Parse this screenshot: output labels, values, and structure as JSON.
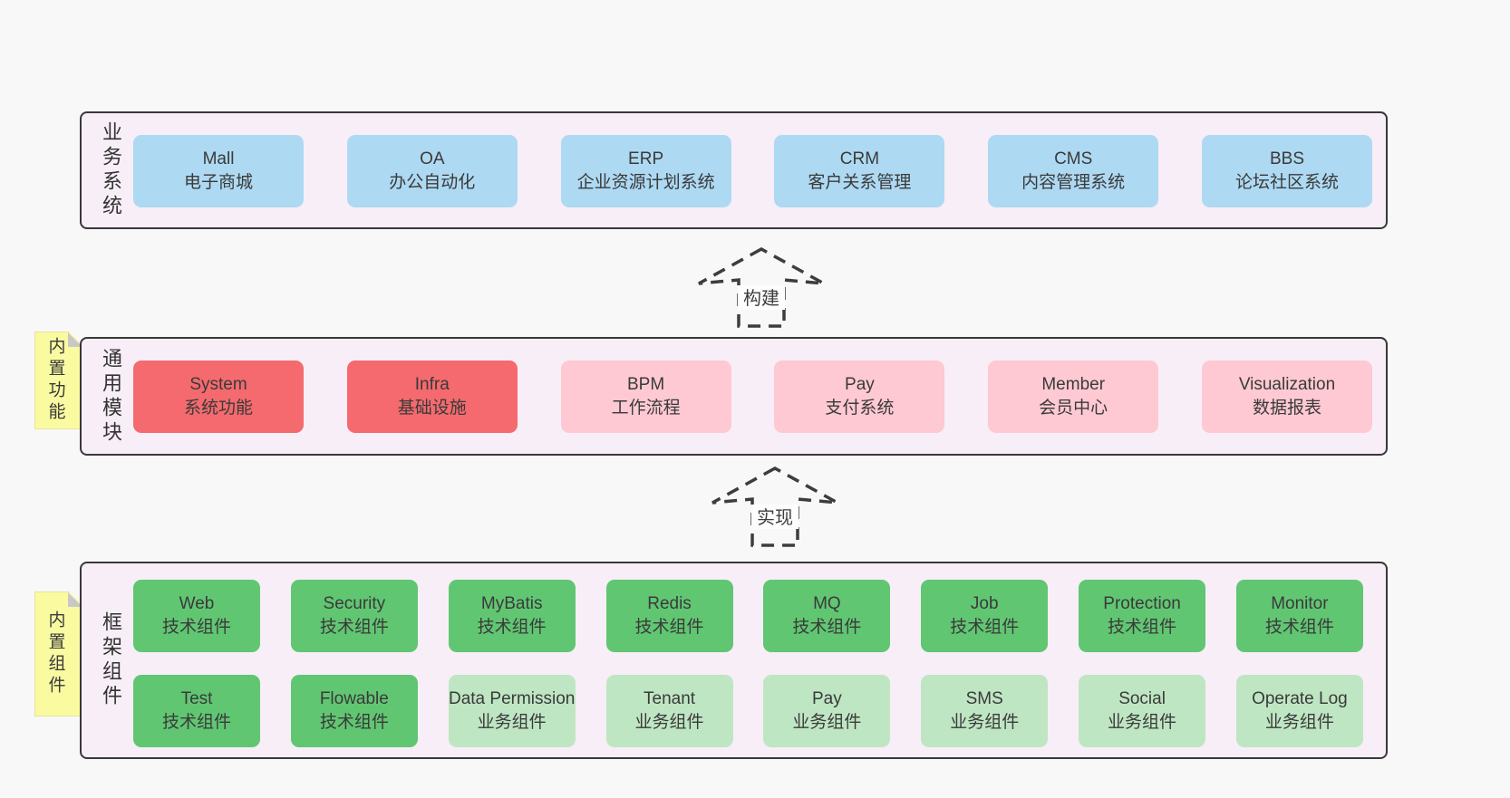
{
  "colors": {
    "page_bg": "#f8f8f8",
    "section_bg": "#f8eef7",
    "section_border": "#383838",
    "box_blue": "#aed9f2",
    "box_red": "#f46a6e",
    "box_pink": "#fec9d2",
    "box_green": "#61c672",
    "box_light_green": "#bfe6c3",
    "sticky_yellow": "#fafaa0",
    "sticky_fold_gray": "#c8c8c8",
    "text": "#3a3a3a"
  },
  "sections": [
    {
      "label": "业务系统",
      "rows": [
        [
          {
            "name": "Mall",
            "desc": "电子商城",
            "color": "blue"
          },
          {
            "name": "OA",
            "desc": "办公自动化",
            "color": "blue"
          },
          {
            "name": "ERP",
            "desc": "企业资源计划系统",
            "color": "blue"
          },
          {
            "name": "CRM",
            "desc": "客户关系管理",
            "color": "blue"
          },
          {
            "name": "CMS",
            "desc": "内容管理系统",
            "color": "blue"
          },
          {
            "name": "BBS",
            "desc": "论坛社区系统",
            "color": "blue"
          }
        ]
      ]
    },
    {
      "label": "通用模块",
      "sticky": "内置功能",
      "rows": [
        [
          {
            "name": "System",
            "desc": "系统功能",
            "color": "red"
          },
          {
            "name": "Infra",
            "desc": "基础设施",
            "color": "red"
          },
          {
            "name": "BPM",
            "desc": "工作流程",
            "color": "pink"
          },
          {
            "name": "Pay",
            "desc": "支付系统",
            "color": "pink"
          },
          {
            "name": "Member",
            "desc": "会员中心",
            "color": "pink"
          },
          {
            "name": "Visualization",
            "desc": "数据报表",
            "color": "pink"
          }
        ]
      ]
    },
    {
      "label": "框架组件",
      "sticky": "内置组件",
      "rows": [
        [
          {
            "name": "Web",
            "desc": "技术组件",
            "color": "green"
          },
          {
            "name": "Security",
            "desc": "技术组件",
            "color": "green"
          },
          {
            "name": "MyBatis",
            "desc": "技术组件",
            "color": "green"
          },
          {
            "name": "Redis",
            "desc": "技术组件",
            "color": "green"
          },
          {
            "name": "MQ",
            "desc": "技术组件",
            "color": "green"
          },
          {
            "name": "Job",
            "desc": "技术组件",
            "color": "green"
          },
          {
            "name": "Protection",
            "desc": "技术组件",
            "color": "green"
          },
          {
            "name": "Monitor",
            "desc": "技术组件",
            "color": "green"
          }
        ],
        [
          {
            "name": "Test",
            "desc": "技术组件",
            "color": "green"
          },
          {
            "name": "Flowable",
            "desc": "技术组件",
            "color": "green"
          },
          {
            "name": "Data Permission",
            "desc": "业务组件",
            "color": "lightgreen"
          },
          {
            "name": "Tenant",
            "desc": "业务组件",
            "color": "lightgreen"
          },
          {
            "name": "Pay",
            "desc": "业务组件",
            "color": "lightgreen"
          },
          {
            "name": "SMS",
            "desc": "业务组件",
            "color": "lightgreen"
          },
          {
            "name": "Social",
            "desc": "业务组件",
            "color": "lightgreen"
          },
          {
            "name": "Operate Log",
            "desc": "业务组件",
            "color": "lightgreen"
          }
        ]
      ]
    }
  ],
  "arrows": [
    {
      "label": "构建"
    },
    {
      "label": "实现"
    }
  ]
}
